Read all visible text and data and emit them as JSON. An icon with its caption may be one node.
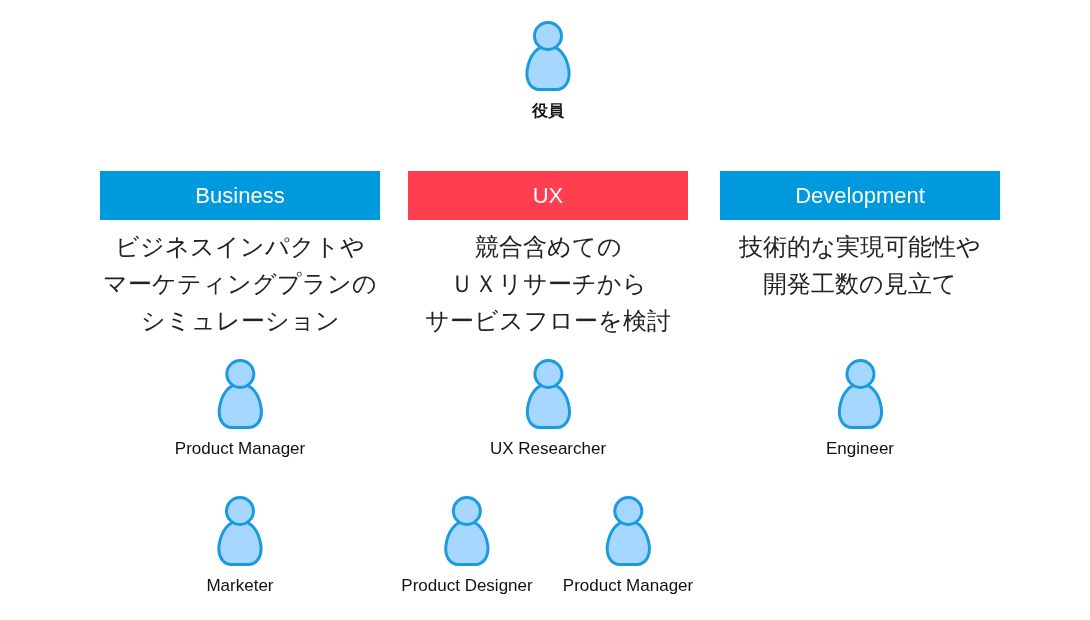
{
  "diagram": {
    "nodes": [
      {
        "text": [
          "役員"
        ]
      },
      {
        "text": [
          "Business"
        ],
        "beside": [
          "ビジネスインパクトやマーケティングプランのシミュレーション"
        ]
      },
      {
        "text": [
          "UX"
        ],
        "beside": [
          "競合含めてのＵＸリサーチからサービスフローを検討"
        ]
      },
      {
        "text": [
          "Development"
        ],
        "beside": [
          "技術的な実現可能性や開発工数の見立て"
        ]
      },
      {
        "text": [
          "Product Manager"
        ]
      },
      {
        "text": [
          "UX Researcher"
        ]
      },
      {
        "text": [
          "Engineer"
        ]
      },
      {
        "text": [
          "Marketer"
        ]
      },
      {
        "text": [
          "Product Designer"
        ]
      },
      {
        "text": [
          "Product Manager"
        ]
      }
    ]
  }
}
